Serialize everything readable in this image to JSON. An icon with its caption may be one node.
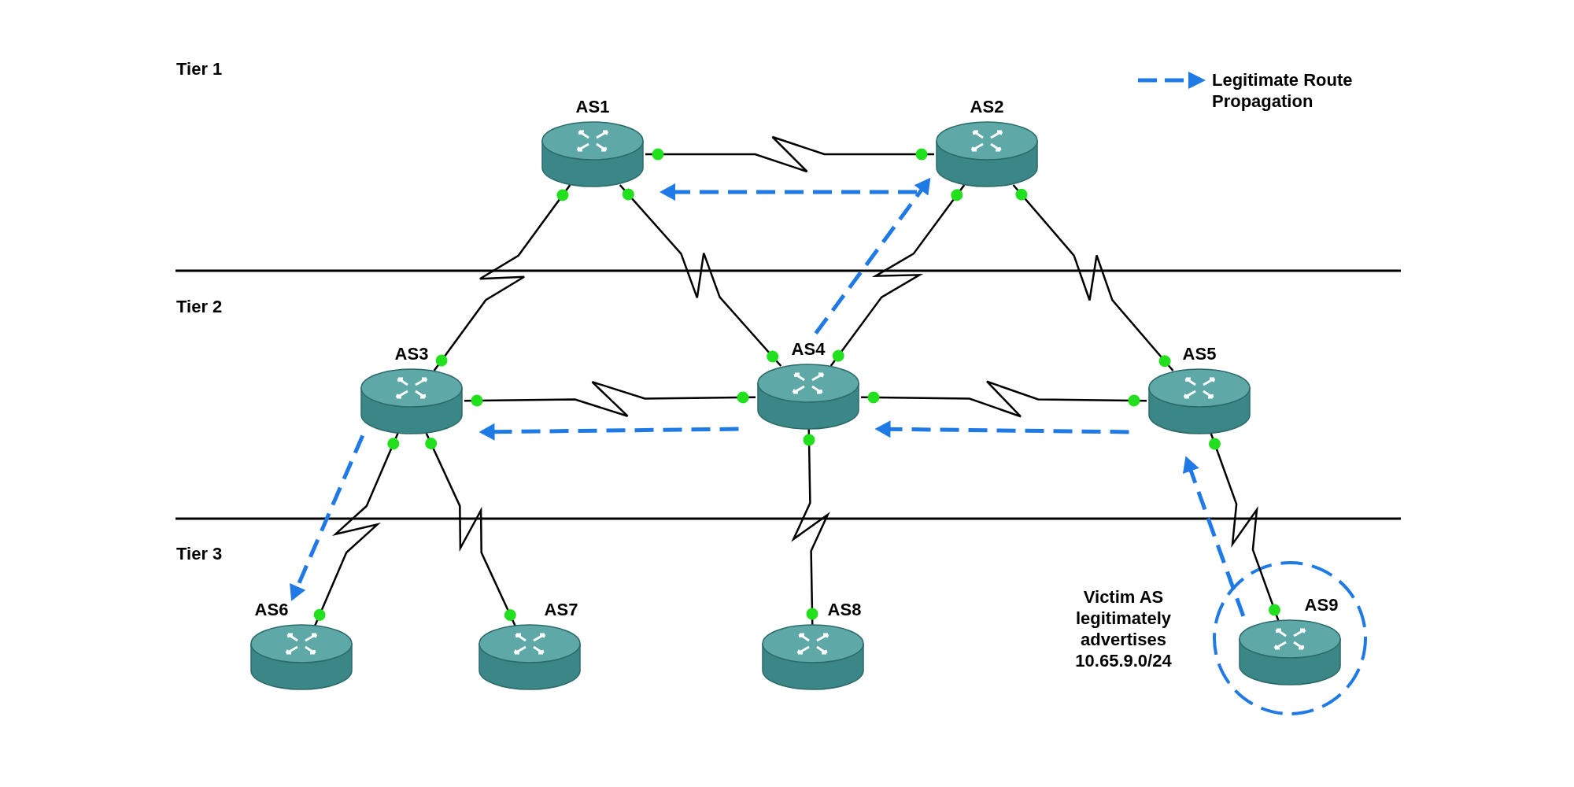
{
  "diagram": {
    "nodes": [
      {
        "text": [
          "AS1"
        ]
      },
      {
        "text": [
          "AS2"
        ]
      },
      {
        "text": [
          "AS3"
        ]
      },
      {
        "text": [
          "AS4"
        ]
      },
      {
        "text": [
          "AS5"
        ]
      },
      {
        "text": [
          "AS6"
        ]
      },
      {
        "text": [
          "AS7"
        ]
      },
      {
        "text": [
          "AS8"
        ]
      },
      {
        "text": [
          "AS9"
        ],
        "beside": [
          "Victim AS legitimately advertises 10.65.9.0/24"
        ]
      }
    ],
    "edges": [
      {
        "from": 0,
        "to": 1,
        "arrow": "other"
      },
      {
        "from": 0,
        "to": 2,
        "arrow": "other"
      },
      {
        "from": 0,
        "to": 3,
        "arrow": "other"
      },
      {
        "from": 1,
        "to": 3,
        "arrow": "other"
      },
      {
        "from": 1,
        "to": 4,
        "arrow": "other"
      },
      {
        "from": 2,
        "to": 3,
        "arrow": "other"
      },
      {
        "from": 3,
        "to": 4,
        "arrow": "other"
      },
      {
        "from": 2,
        "to": 5,
        "arrow": "other"
      },
      {
        "from": 2,
        "to": 6,
        "arrow": "other"
      },
      {
        "from": 3,
        "to": 7,
        "arrow": "other"
      },
      {
        "from": 4,
        "to": 8,
        "arrow": "other"
      },
      {
        "from": 1,
        "to": 0,
        "arrow": "to",
        "style": "dashed",
        "color": "#1f7ae6"
      },
      {
        "from": 3,
        "to": 1,
        "arrow": "to",
        "style": "dashed",
        "color": "#1f7ae6"
      },
      {
        "from": 4,
        "to": 3,
        "arrow": "to",
        "style": "dashed",
        "color": "#1f7ae6"
      },
      {
        "from": 3,
        "to": 2,
        "arrow": "to",
        "style": "dashed",
        "color": "#1f7ae6"
      },
      {
        "from": 8,
        "to": 4,
        "arrow": "to",
        "style": "dashed",
        "color": "#1f7ae6"
      },
      {
        "from": 2,
        "to": 5,
        "arrow": "to",
        "style": "dashed",
        "color": "#1f7ae6"
      }
    ],
    "labels": [
      "Tier 1",
      "Tier 2",
      "Tier 3"
    ],
    "legend": [
      {
        "text": "Legitimate Route Propagation"
      }
    ]
  }
}
